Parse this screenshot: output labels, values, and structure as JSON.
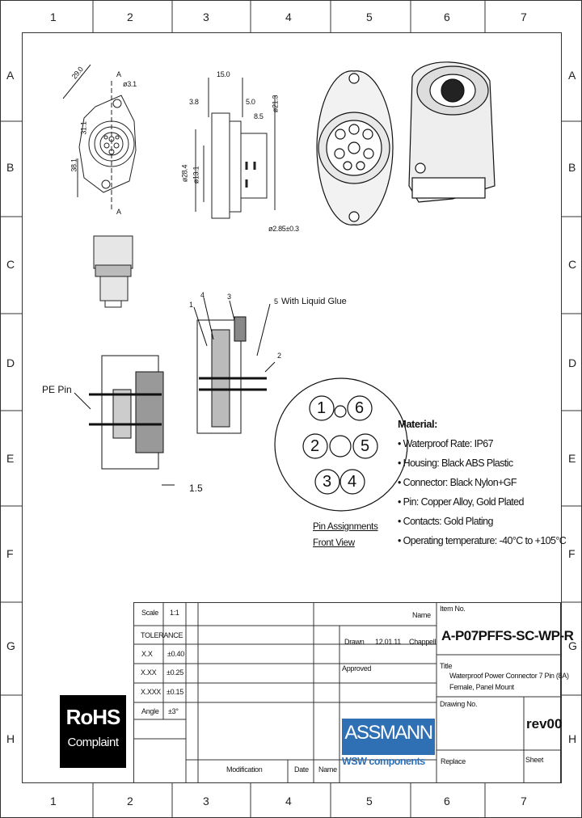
{
  "frame": {
    "columns": [
      "1",
      "2",
      "3",
      "4",
      "5",
      "6",
      "7"
    ],
    "rows": [
      "A",
      "B",
      "C",
      "D",
      "E",
      "F",
      "G",
      "H"
    ]
  },
  "drawing": {
    "dim_29_0": "29.0",
    "dim_phi3_1": "ø3.1",
    "dim_38_1": "38.1",
    "dim_31_1": "31.1",
    "section_a": "A",
    "dim_15_0": "15.0",
    "dim_3_8": "3.8",
    "dim_5_0": "5.0",
    "dim_8_5": "8.5",
    "dim_phi21_3": "ø21.3",
    "dim_phi28_4": "ø28.4",
    "dim_phi13_1": "ø13.1",
    "dim_2_85": "ø2.85±0.3",
    "pe_pin": "PE Pin",
    "dim_1_5": "1.5",
    "with_liquid_glue": "With Liquid Glue",
    "callout_1": "1",
    "callout_2": "2",
    "callout_3": "3",
    "callout_4": "4",
    "callout_5": "5",
    "pin_1": "1",
    "pin_2": "2",
    "pin_3": "3",
    "pin_4": "4",
    "pin_5": "5",
    "pin_6": "6",
    "pin_assignments": "Pin Assignments",
    "front_view": "Front View"
  },
  "material": {
    "title": "Material:",
    "items": [
      "• Waterproof Rate: IP67",
      "• Housing: Black ABS Plastic",
      "• Connector: Black Nylon+GF",
      "• Pin: Copper Alloy, Gold Plated",
      "• Contacts: Gold Plating",
      "• Operating temperature: -40°C to +105°C"
    ]
  },
  "titleblock": {
    "scale_label": "Scale",
    "scale_value": "1:1",
    "tolerance_label": "TOLERANCE",
    "tol_rows": [
      {
        "k": "X.X",
        "v": "±0.40"
      },
      {
        "k": "X.XX",
        "v": "±0.25"
      },
      {
        "k": "X.XXX",
        "v": "±0.15"
      },
      {
        "k": "Angle",
        "v": "±3°"
      }
    ],
    "name_label": "Name",
    "drawn_label": "Drawn",
    "drawn_date": "12.01.11",
    "drawn_name": "Chappell",
    "approved_label": "Approved",
    "modification_label": "Modification",
    "date_label": "Date",
    "name_label2": "Name",
    "item_no_label": "Item No.",
    "item_no": "A-P07PFFS-SC-WP-R",
    "title_label": "Title",
    "title_line1": "Waterproof Power Connector 7 Pin (8A)",
    "title_line2": "Female, Panel Mount",
    "drawing_no_label": "Drawing No.",
    "revision": "rev00",
    "replace_label": "Replace",
    "sheet_label": "Sheet"
  },
  "logos": {
    "rohs_line1": "RoHS",
    "rohs_line2": "Complaint",
    "assmann": "ASSMANN",
    "wsw": "WSW components"
  }
}
